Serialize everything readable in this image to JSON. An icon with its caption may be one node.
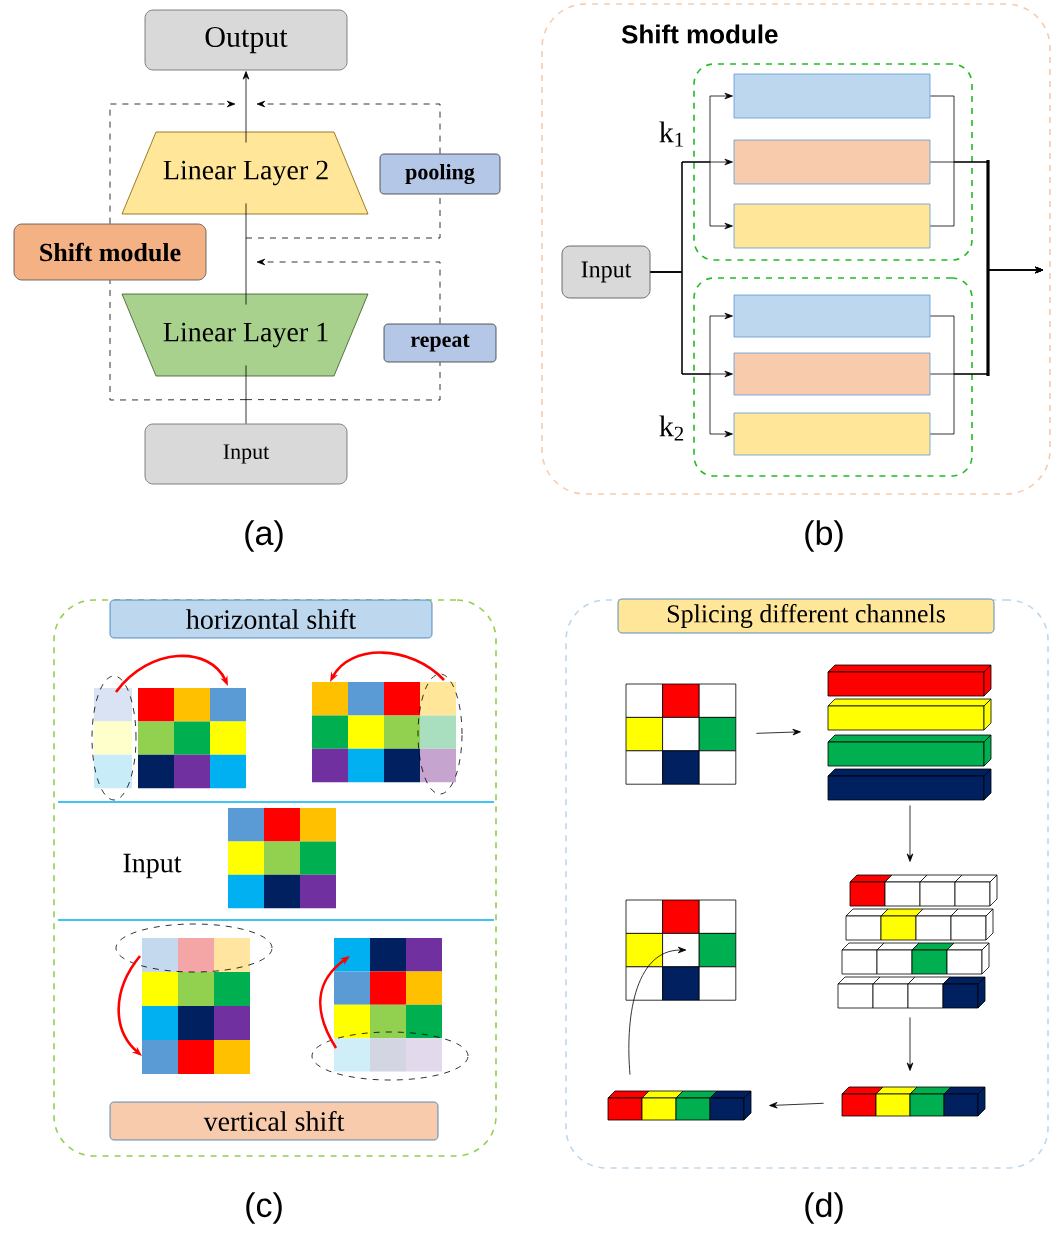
{
  "diagram": {
    "nodes": [
      {
        "text": [
          "Output"
        ]
      },
      {
        "text": [
          "Linear Layer 2"
        ]
      },
      {
        "text": [
          "Shift module"
        ]
      },
      {
        "text": [
          "Linear Layer 1"
        ]
      },
      {
        "text": [
          "Input"
        ]
      },
      {
        "text": [
          "pooling"
        ]
      },
      {
        "text": [
          "repeat"
        ]
      },
      {
        "text": [
          "Shift module"
        ]
      },
      {
        "text": [],
        "shape": "box",
        "in": 7
      },
      {
        "text": [],
        "shape": "box",
        "in": 7
      },
      {
        "text": [],
        "shape": "bar",
        "in": 8
      },
      {
        "text": [],
        "shape": "bar",
        "in": 8
      },
      {
        "text": [],
        "shape": "bar",
        "in": 8
      },
      {
        "text": [],
        "shape": "bar",
        "in": 9
      },
      {
        "text": [],
        "shape": "bar",
        "in": 9
      },
      {
        "text": [],
        "shape": "bar",
        "in": 9
      },
      {
        "text": [
          "Input"
        ],
        "in": 7
      },
      {
        "text": [],
        "shape": "box"
      },
      {
        "text": [
          "horizontal shift"
        ],
        "in": 17
      },
      {
        "text": [
          "vertical shift"
        ],
        "in": 17
      },
      {
        "text": [],
        "shape": "box"
      },
      {
        "text": [
          "Splicing different channels"
        ],
        "in": 20
      },
      {
        "text": [],
        "shape": "grid",
        "in": 20
      },
      {
        "text": [],
        "shape": "bar",
        "in": 20
      },
      {
        "text": [],
        "shape": "bar",
        "in": 20
      },
      {
        "text": [],
        "shape": "bar",
        "in": 20
      },
      {
        "text": [],
        "shape": "bar",
        "in": 20
      },
      {
        "text": [],
        "shape": "grid",
        "in": 20
      }
    ],
    "edges": [
      {
        "from": 4,
        "to": 3,
        "arrow": "none"
      },
      {
        "from": 3,
        "to": 1,
        "arrow": "none"
      },
      {
        "from": 1,
        "to": 0,
        "arrow": "to"
      },
      {
        "from": 2,
        "to": null,
        "arrow": "to",
        "style": "dashed"
      },
      {
        "from": 5,
        "to": null,
        "arrow": "to",
        "style": "dashed"
      },
      {
        "from": 6,
        "to": null,
        "arrow": "to",
        "style": "dashed"
      },
      {
        "from": 16,
        "to": 10,
        "arrow": "to"
      },
      {
        "from": 16,
        "to": 11,
        "arrow": "to"
      },
      {
        "from": 16,
        "to": 12,
        "arrow": "to"
      },
      {
        "from": 16,
        "to": 13,
        "arrow": "to"
      },
      {
        "from": 16,
        "to": 14,
        "arrow": "to"
      },
      {
        "from": 16,
        "to": 15,
        "arrow": "to"
      },
      {
        "from": 10,
        "to": null,
        "arrow": "to"
      },
      {
        "from": 11,
        "to": null,
        "arrow": "to"
      },
      {
        "from": 12,
        "to": null,
        "arrow": "to"
      },
      {
        "from": 13,
        "to": null,
        "arrow": "to"
      },
      {
        "from": 14,
        "to": null,
        "arrow": "to"
      },
      {
        "from": 15,
        "to": null,
        "arrow": "to"
      },
      {
        "from": 4,
        "to": 2,
        "arrow": "none",
        "style": "dashed"
      },
      {
        "from": null,
        "to": 5,
        "arrow": "none",
        "style": "dashed"
      },
      {
        "from": 4,
        "to": 6,
        "arrow": "none",
        "style": "dashed"
      },
      {
        "from": 22,
        "to": 23,
        "arrow": "to"
      },
      {
        "from": 23,
        "to": 24,
        "arrow": "to"
      },
      {
        "from": 24,
        "to": 25,
        "arrow": "to"
      },
      {
        "from": 25,
        "to": 26,
        "arrow": "to"
      },
      {
        "from": 26,
        "to": 27,
        "arrow": "to"
      }
    ],
    "labels": [
      "k$_{1}$",
      "k$_{2}$",
      "(a)",
      "(b)",
      "Input",
      "(c)",
      "(d)"
    ]
  }
}
